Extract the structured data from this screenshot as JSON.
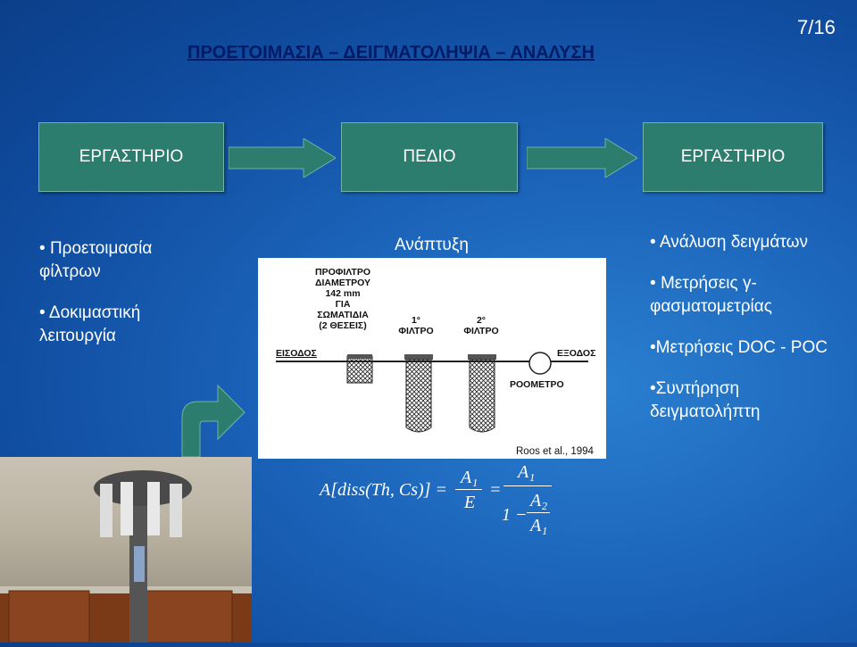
{
  "header": {
    "title": "ΠΡΟΕΤΟΙΜΑΣΙΑ – ΔΕΙΓΜΑΤΟΛΗΨΙΑ – ΑΝΑΛΥΣΗ",
    "page": "7/16"
  },
  "flow": {
    "box1": "ΕΡΓΑΣΤΗΡΙΟ",
    "box2": "ΠΕΔΙΟ",
    "box3": "ΕΡΓΑΣΤΗΡΙΟ"
  },
  "left": {
    "b1": "Προετοιμασία φίλτρων",
    "b2": "Δοκιμαστική λειτουργία"
  },
  "center": {
    "heading": "Ανάπτυξη"
  },
  "diagram": {
    "prefilter": [
      "ΠΡΟΦΙΛΤΡΟ",
      "ΔΙΑΜΕΤΡΟΥ",
      "142 mm",
      "ΓΙΑ",
      "ΣΩΜΑΤΙΔΙΑ",
      "(2 ΘΕΣΕΙΣ)"
    ],
    "filter1": [
      "1°",
      "ΦΙΛΤΡΟ"
    ],
    "filter2": [
      "2°",
      "ΦΙΛΤΡΟ"
    ],
    "inlet": "ΕΙΣΟΔΟΣ",
    "outlet": "ΕΞΟΔΟΣ",
    "flowmeter": "ΡΟΟΜΕΤΡΟ"
  },
  "reference": "Roos et al., 1994",
  "formula": {
    "lhs": "A[diss(Th, Cs)] =",
    "f1num": "A₁",
    "f1den": "E",
    "eq": "=",
    "f2num": "A₁",
    "f2den_a": "1 −",
    "f2den_num": "A₂",
    "f2den_den": "A₁"
  },
  "right": {
    "b1": "Ανάλυση δειγμάτων",
    "b2": "Μετρήσεις γ-φασματομετρίας",
    "b3": "•Μετρήσεις DOC - POC",
    "b4": "•Συντήρηση δειγματολήπτη"
  }
}
